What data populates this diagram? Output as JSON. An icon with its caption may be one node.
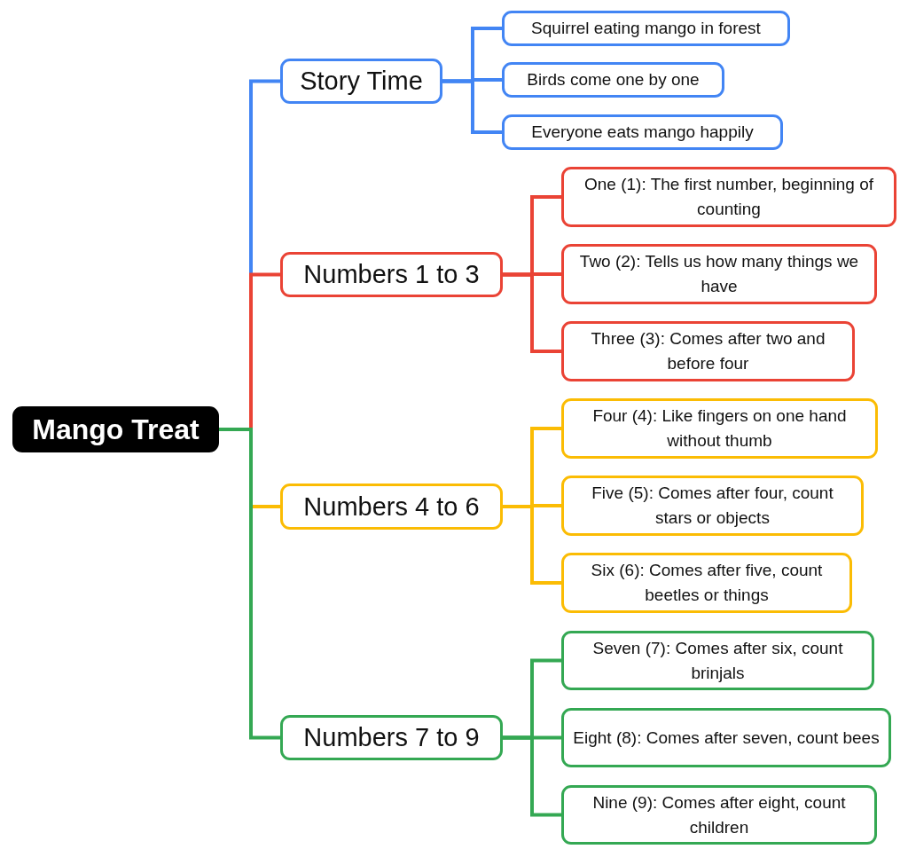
{
  "diagram": {
    "nodes": [
      {
        "text": [
          "Mango Treat"
        ]
      },
      {
        "text": [
          "Story Time"
        ]
      },
      {
        "text": [
          "Squirrel eating mango in forest"
        ]
      },
      {
        "text": [
          "Birds come one by one"
        ]
      },
      {
        "text": [
          "Everyone eats mango happily"
        ]
      },
      {
        "text": [
          "Numbers 1 to 3"
        ]
      },
      {
        "text": [
          "One (1): The first number, beginning of counting"
        ]
      },
      {
        "text": [
          "Two (2): Tells us how many things we have"
        ]
      },
      {
        "text": [
          "Three (3): Comes after two and before four"
        ]
      },
      {
        "text": [
          "Numbers 4 to 6"
        ]
      },
      {
        "text": [
          "Four (4): Like fingers on one hand without thumb"
        ]
      },
      {
        "text": [
          "Five (5): Comes after four, count stars or objects"
        ]
      },
      {
        "text": [
          "Six (6): Comes after five, count beetles or things"
        ]
      },
      {
        "text": [
          "Numbers 7 to 9"
        ]
      },
      {
        "text": [
          "Seven (7): Comes after six, count brinjals"
        ]
      },
      {
        "text": [
          "Eight (8): Comes after seven, count bees"
        ]
      },
      {
        "text": [
          "Nine (9): Comes after eight, count children"
        ]
      }
    ],
    "edges": [
      {
        "from": 0,
        "to": 1,
        "arrow": "none",
        "color": "#4285f4"
      },
      {
        "from": 1,
        "to": 2,
        "arrow": "none",
        "color": "#4285f4"
      },
      {
        "from": 1,
        "to": 3,
        "arrow": "none",
        "color": "#4285f4"
      },
      {
        "from": 1,
        "to": 4,
        "arrow": "none",
        "color": "#4285f4"
      },
      {
        "from": 0,
        "to": 5,
        "arrow": "none",
        "color": "#ea4335"
      },
      {
        "from": 5,
        "to": 6,
        "arrow": "none",
        "color": "#ea4335"
      },
      {
        "from": 5,
        "to": 7,
        "arrow": "none",
        "color": "#ea4335"
      },
      {
        "from": 5,
        "to": 8,
        "arrow": "none",
        "color": "#ea4335"
      },
      {
        "from": 0,
        "to": 9,
        "arrow": "none",
        "color": "#fbbc04"
      },
      {
        "from": 9,
        "to": 10,
        "arrow": "none",
        "color": "#fbbc04"
      },
      {
        "from": 9,
        "to": 11,
        "arrow": "none",
        "color": "#fbbc04"
      },
      {
        "from": 9,
        "to": 12,
        "arrow": "none",
        "color": "#fbbc04"
      },
      {
        "from": 0,
        "to": 13,
        "arrow": "none",
        "color": "#34a853"
      },
      {
        "from": 13,
        "to": 14,
        "arrow": "none",
        "color": "#34a853"
      },
      {
        "from": 13,
        "to": 15,
        "arrow": "none",
        "color": "#34a853"
      },
      {
        "from": 13,
        "to": 16,
        "arrow": "none",
        "color": "#34a853"
      }
    ]
  }
}
